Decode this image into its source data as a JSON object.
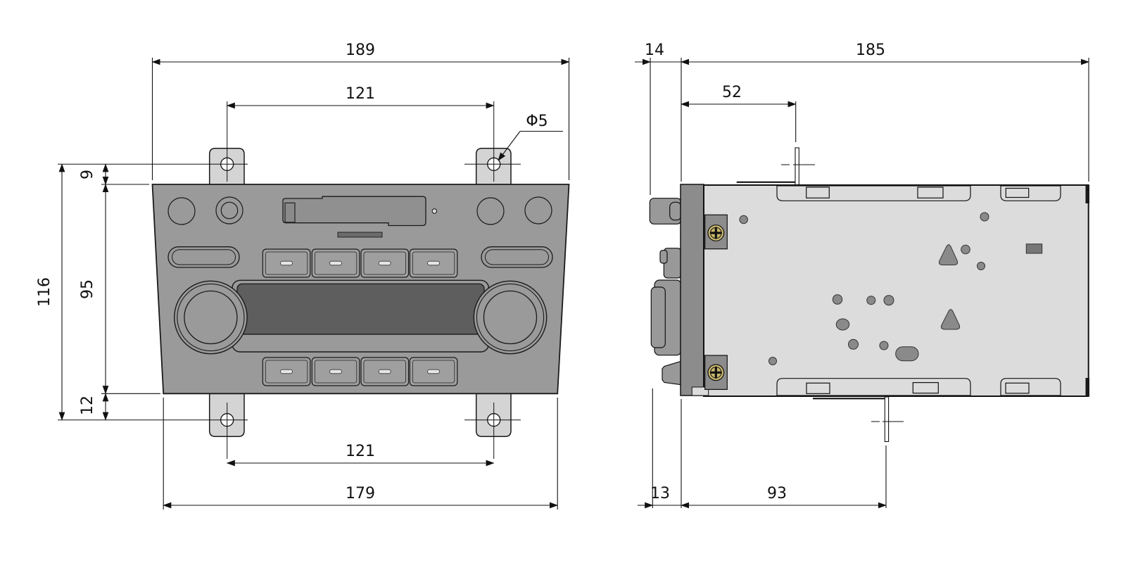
{
  "document": {
    "type": "technical dimension drawing",
    "subject": "car audio head unit",
    "views": [
      "front view",
      "side view"
    ]
  },
  "front_view": {
    "dimensions": {
      "overall_width": "189",
      "mounting_hole_spacing_top": "121",
      "mounting_hole_diameter": "Φ5",
      "overall_height": "116",
      "top_tab_offset": "9",
      "panel_height": "95",
      "bottom_tab_offset": "12",
      "mounting_hole_spacing_bottom": "121",
      "panel_bottom_width": "179"
    }
  },
  "side_view": {
    "dimensions": {
      "knob_protrusion": "14",
      "chassis_depth": "185",
      "top_key_position": "52",
      "connector_protrusion": "13",
      "bottom_key_position": "93"
    }
  },
  "colors": {
    "panel": "#9a9a9a",
    "slot": "#909090",
    "chassis": "#dcdcdc",
    "mount_tab": "#d4d4d4",
    "screen": "#5e5e5e",
    "front_strip": "#8c8c8c",
    "screw_head": "#c9b86b",
    "hole_blob": "#8a8a8a",
    "line": "#111111"
  }
}
